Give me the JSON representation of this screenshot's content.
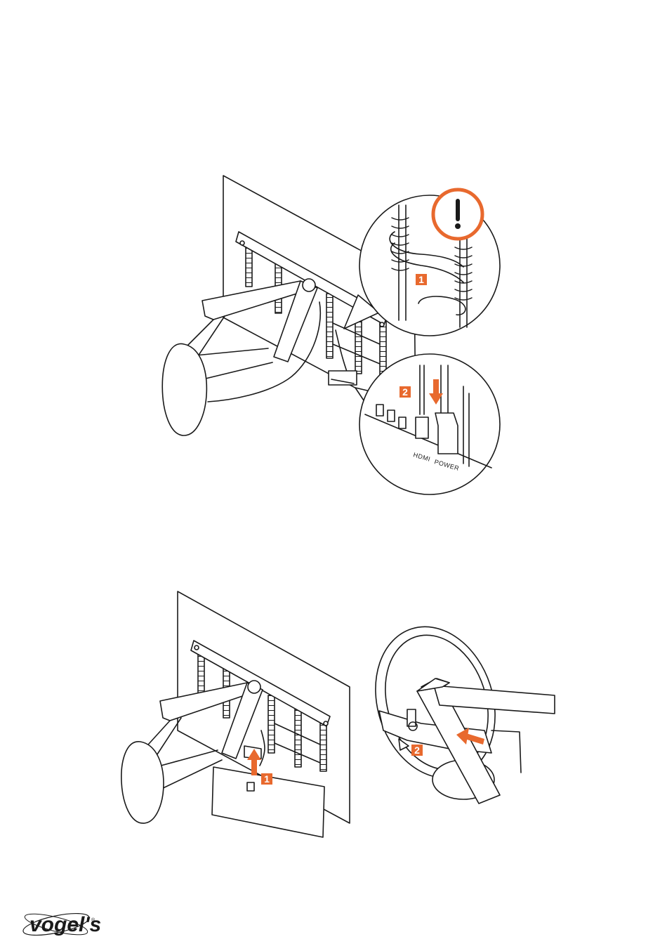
{
  "brand": {
    "logo_text": "vogel's",
    "registered_mark": "®",
    "accent_color": "#e8692e"
  },
  "figure_top": {
    "callout_warning": {
      "icon": "exclamation-icon"
    },
    "callout_cables": {
      "step_label": "1"
    },
    "callout_ports": {
      "step_label": "2",
      "port_labels": [
        "HDMI",
        "POWER"
      ]
    }
  },
  "figure_bottom": {
    "left": {
      "step_label": "1"
    },
    "right": {
      "step_label": "2"
    }
  }
}
